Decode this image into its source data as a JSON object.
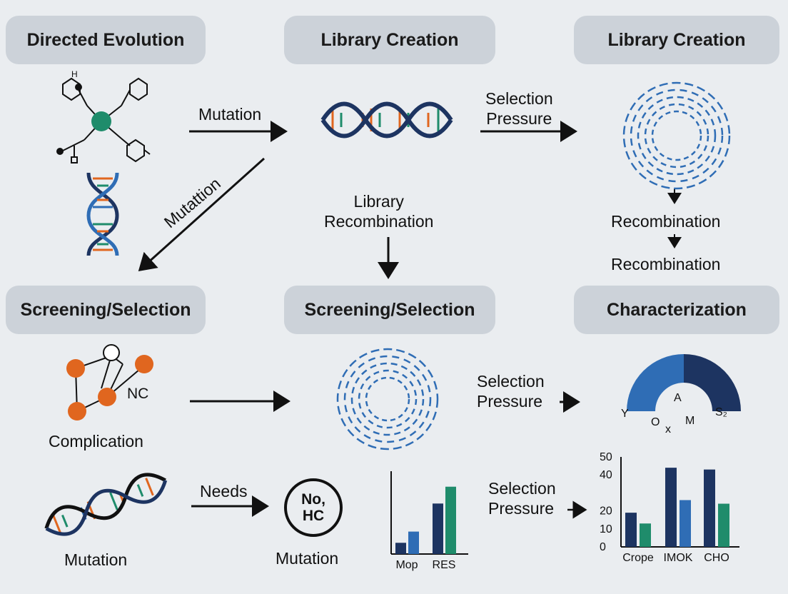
{
  "headers": {
    "directed_evolution": "Directed Evolution",
    "library_creation_1": "Library Creation",
    "library_creation_2": "Library Creation",
    "screening_1": "Screening/Selection",
    "screening_2": "Screening/Selection",
    "characterization": "Characterization"
  },
  "labels": {
    "mutation_top": "Mutation",
    "mutation_diag": "Mutattion",
    "selection_pressure_top": "Selection\nPressure",
    "library_recombination": "Library\nRecombination",
    "recombination_1": "Recombination",
    "recombination_2": "Recombination",
    "nc": "NC",
    "complication": "Complication",
    "selection_pressure_mid": "Selection\nPressure",
    "needs": "Needs",
    "no_hc": "No,\nHC",
    "mutation_bottom_left": "Mutation",
    "mutation_bottom_mid": "Mutation",
    "selection_pressure_bottom": "Selection\nPressure",
    "molecule_h": "H",
    "gauge_letters": [
      "A",
      "Y",
      "O",
      "x",
      "M",
      "S₂"
    ]
  },
  "colors": {
    "navy": "#1d3461",
    "blue": "#2f6db5",
    "green": "#1f8c6b",
    "orange": "#e0661f",
    "pill": "#ccd2d9"
  },
  "chart_data": [
    {
      "type": "bar",
      "categories": [
        "Mop",
        "RES"
      ],
      "series": [
        {
          "values": [
            2,
            9
          ]
        },
        {
          "values": [
            4,
            12
          ]
        }
      ],
      "title": "",
      "xlabel": "",
      "ylabel": "",
      "grid": false
    },
    {
      "type": "bar",
      "categories": [
        "Crope",
        "IMOK",
        "CHO"
      ],
      "series": [
        {
          "values": [
            19,
            44,
            43
          ]
        },
        {
          "values": [
            13,
            26,
            24
          ]
        }
      ],
      "yticks": [
        0,
        10,
        20,
        40,
        50
      ],
      "ylim": [
        0,
        50
      ],
      "title": "",
      "xlabel": "",
      "ylabel": "",
      "grid": false
    }
  ]
}
